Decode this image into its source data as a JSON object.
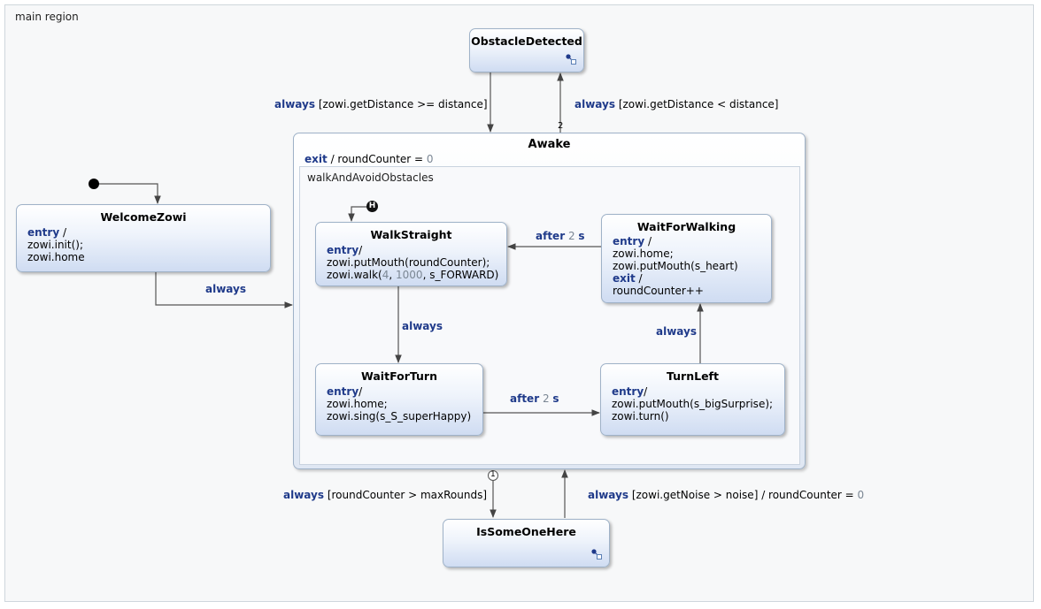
{
  "region_label": "main region",
  "states": {
    "obstacle_detected": {
      "name": "ObstacleDetected"
    },
    "awake": {
      "name": "Awake",
      "exit_kw": "exit",
      "exit_action": "/ roundCounter = ",
      "exit_value": "0",
      "region_label": "walkAndAvoidObstacles"
    },
    "welcome_zowi": {
      "name": "WelcomeZowi",
      "entry_kw": "entry",
      "entry_suffix": " /",
      "lines": [
        "zowi.init();",
        "zowi.home"
      ]
    },
    "walk_straight": {
      "name": "WalkStraight",
      "entry_kw": "entry",
      "entry_suffix": "/",
      "line1": "zowi.putMouth(roundCounter);",
      "line2_a": "zowi.walk(",
      "line2_n1": "4",
      "line2_b": ", ",
      "line2_n2": "1000",
      "line2_c": ", s_FORWARD)"
    },
    "wait_for_walking": {
      "name": "WaitForWalking",
      "entry_kw": "entry",
      "entry_suffix": " /",
      "lines": [
        "zowi.home;",
        "zowi.putMouth(s_heart)"
      ],
      "exit_kw": "exit",
      "exit_suffix": " /",
      "exit_line": "roundCounter++"
    },
    "wait_for_turn": {
      "name": "WaitForTurn",
      "entry_kw": "entry",
      "entry_suffix": "/",
      "lines": [
        "zowi.home;",
        "zowi.sing(s_S_superHappy)"
      ]
    },
    "turn_left": {
      "name": "TurnLeft",
      "entry_kw": "entry",
      "entry_suffix": "/",
      "lines": [
        "zowi.putMouth(s_bigSurprise);",
        "zowi.turn()"
      ]
    },
    "is_someone_here": {
      "name": "IsSomeOneHere"
    }
  },
  "history_symbol": "H",
  "transitions": {
    "obstacle_to_awake": {
      "kw": "always",
      "guard": " [zowi.getDistance >= distance]"
    },
    "awake_to_obstacle": {
      "kw": "always",
      "guard": " [zowi.getDistance < distance]",
      "priority": "2"
    },
    "welcome_to_awake": {
      "kw": "always"
    },
    "waitforwalking_to_walkstraight": {
      "kw1": "after",
      "num": " 2 ",
      "kw2": "s"
    },
    "walkstraight_to_waitforturn": {
      "kw": "always"
    },
    "waitforturn_to_turnleft": {
      "kw1": "after",
      "num": " 2 ",
      "kw2": "s"
    },
    "turnleft_to_waitforwalking": {
      "kw": "always"
    },
    "awake_to_isanyone": {
      "kw": "always",
      "guard": " [roundCounter > maxRounds]",
      "priority": "1"
    },
    "isanyone_to_awake": {
      "kw": "always",
      "guard": " [zowi.getNoise > noise] / roundCounter = ",
      "value": "0"
    }
  },
  "colors": {
    "keyword": "#1f3a8a",
    "number": "#7b8794",
    "state_border": "#9fb2c8",
    "edge": "#444444"
  }
}
